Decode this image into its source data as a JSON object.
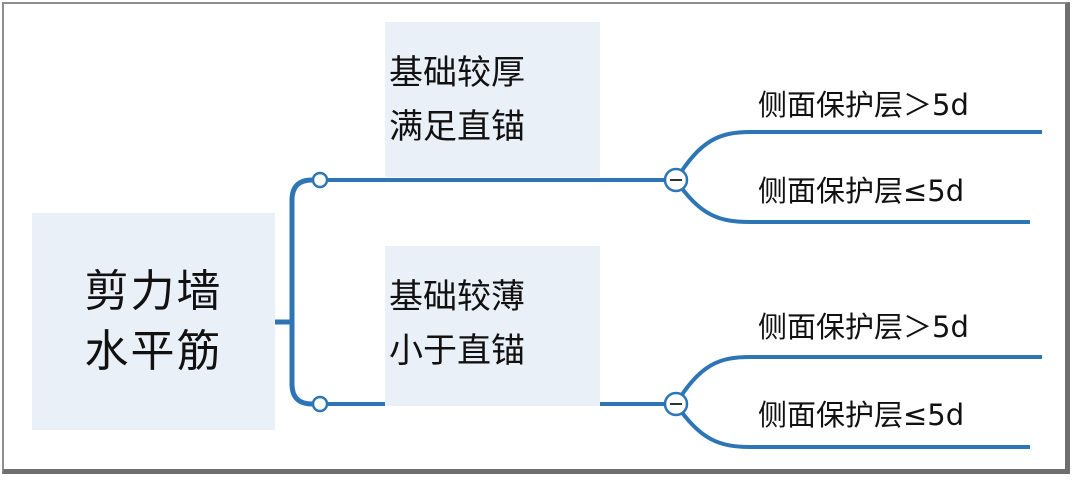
{
  "root": {
    "line1": "剪力墙",
    "line2": "水平筋"
  },
  "branches": [
    {
      "line1": "基础较厚",
      "line2": "满足直锚",
      "leaves": [
        "侧面保护层＞5d",
        "侧面保护层≤5d"
      ]
    },
    {
      "line1": "基础较薄",
      "line2": "小于直锚",
      "leaves": [
        "侧面保护层＞5d",
        "侧面保护层≤5d"
      ]
    }
  ],
  "colors": {
    "connector": "#2e75b6",
    "node_fill": "#eaf0f7",
    "frame": "#8e8e8e"
  },
  "icons": {
    "collapse": "minus-circle-icon",
    "joint": "circle-joint-icon"
  }
}
